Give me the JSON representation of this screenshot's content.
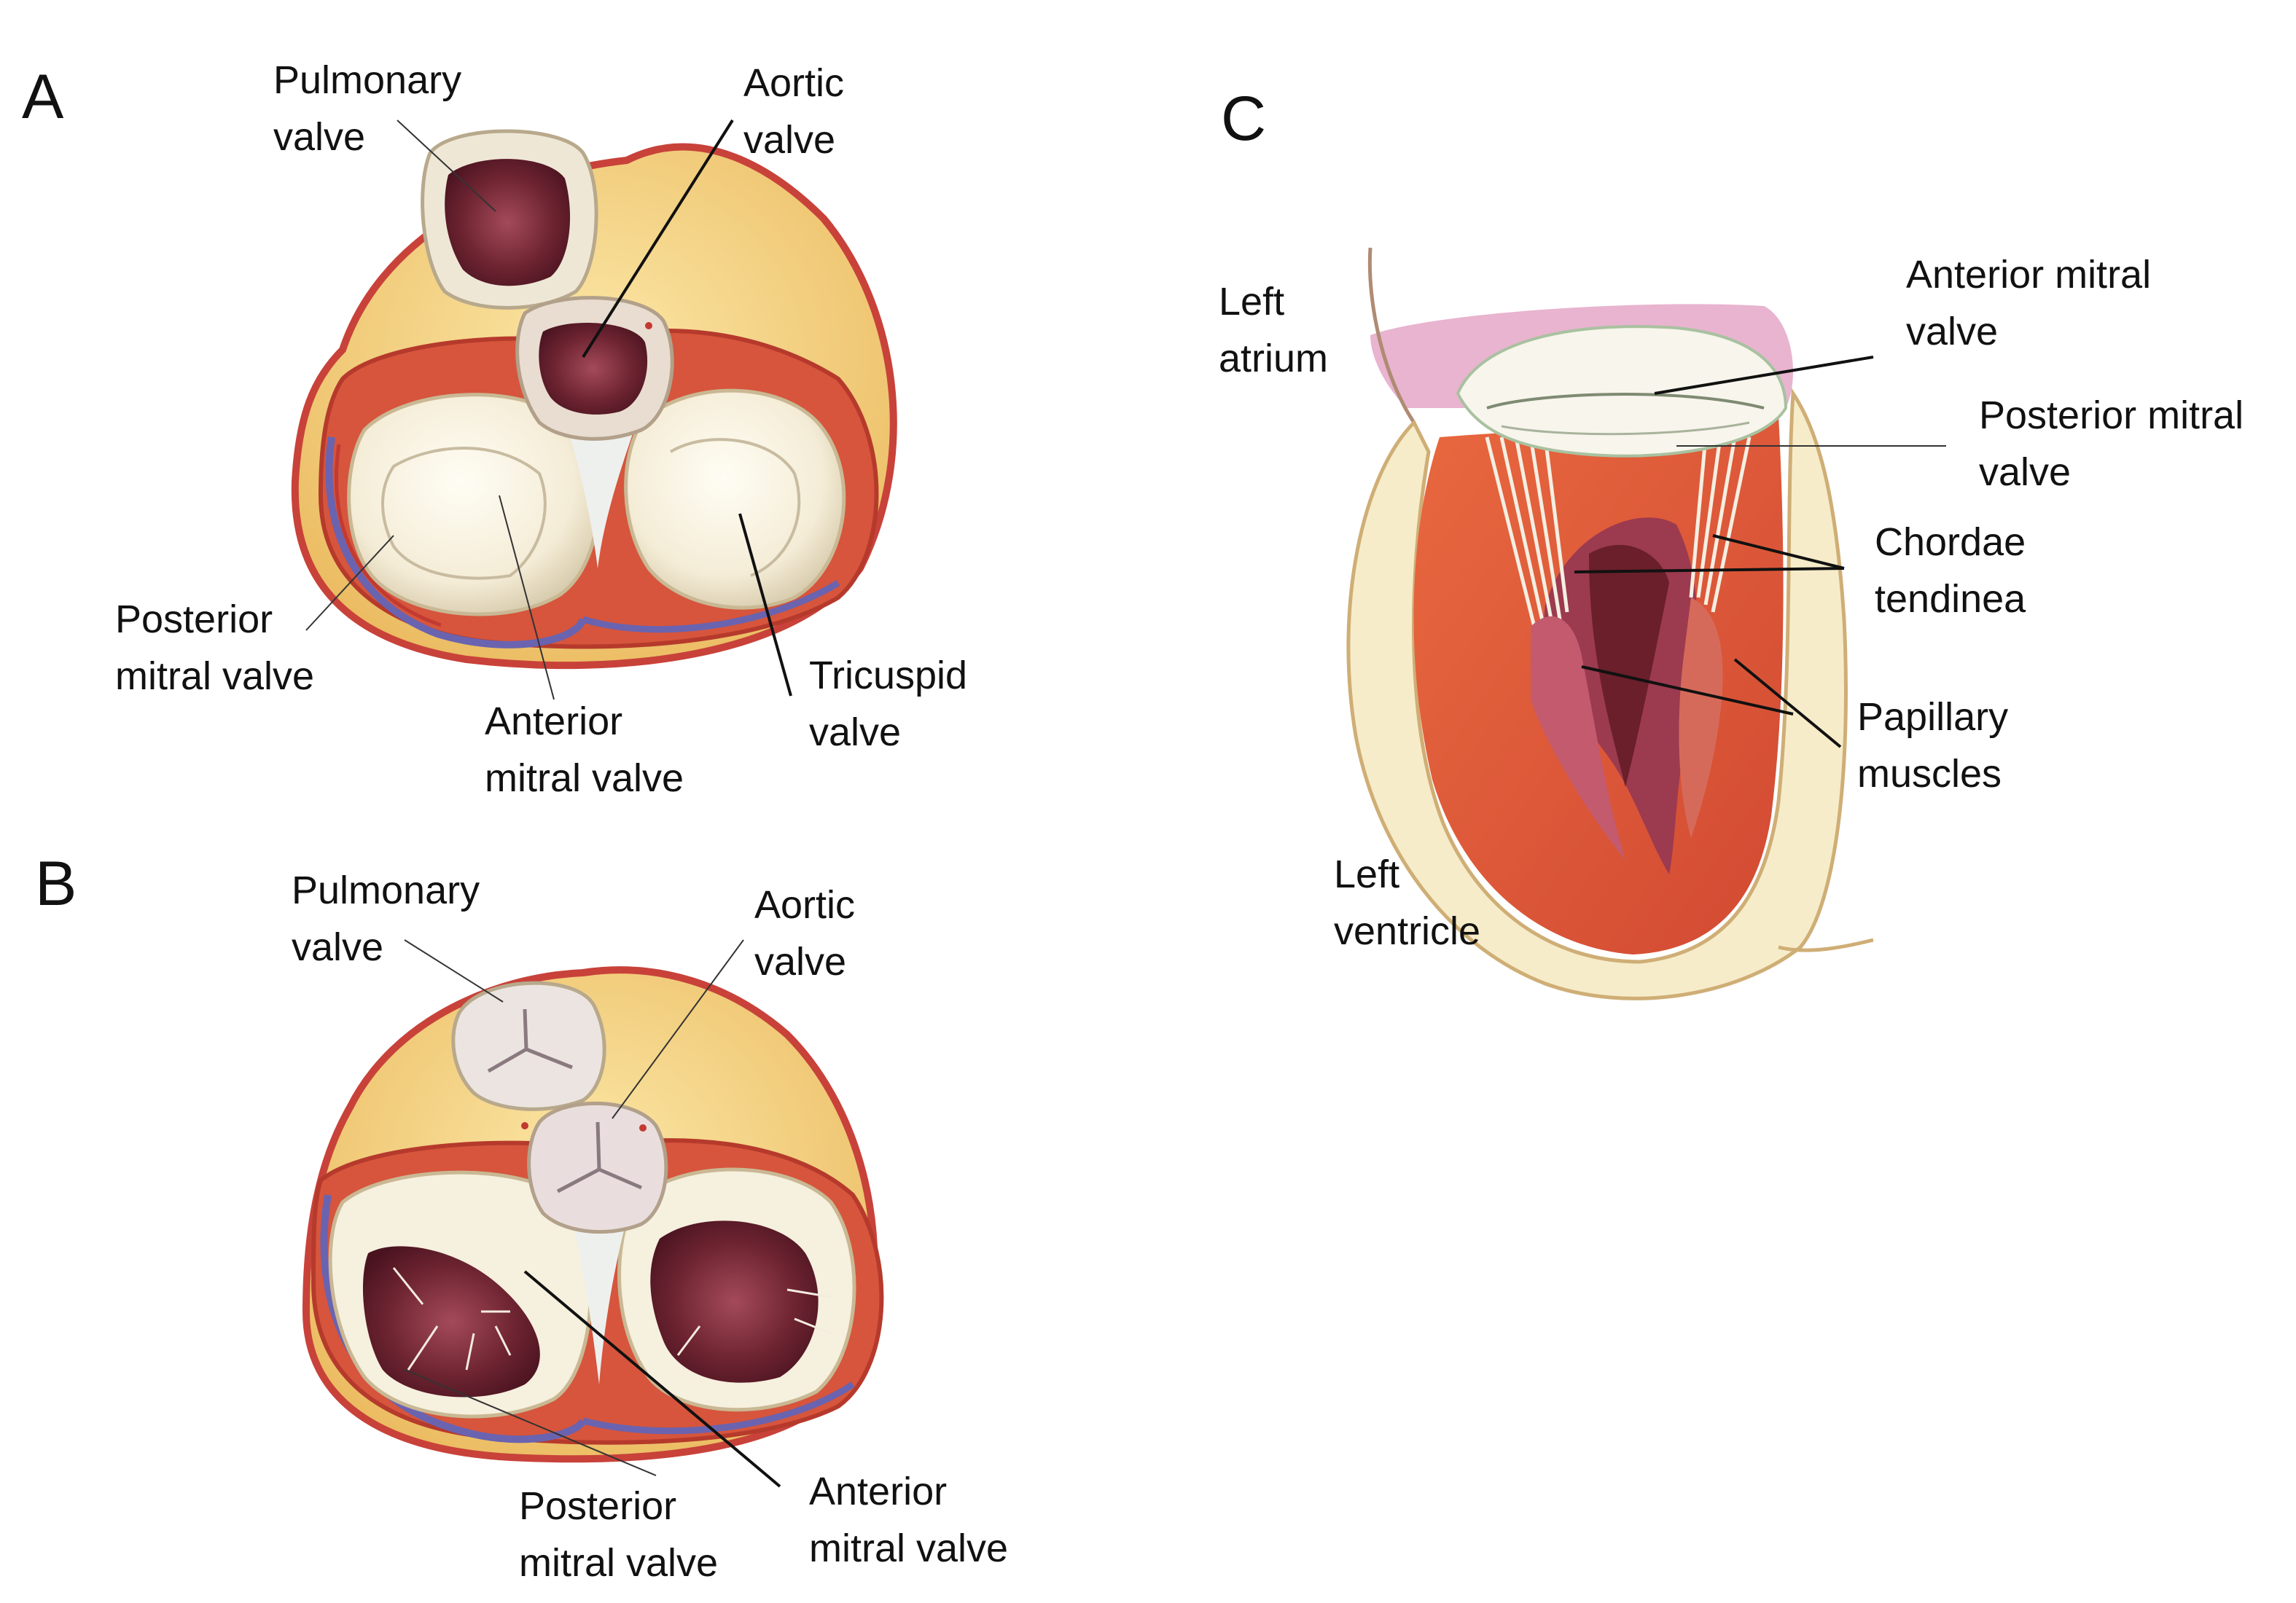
{
  "panels": {
    "a": {
      "letter": "A",
      "pulmonary": [
        "Pulmonary",
        "valve"
      ],
      "aortic": [
        "Aortic",
        "valve"
      ],
      "posterior": [
        "Posterior",
        "mitral valve"
      ],
      "anterior": [
        "Anterior",
        "mitral valve"
      ],
      "tricuspid": [
        "Tricuspid",
        "valve"
      ]
    },
    "b": {
      "letter": "B",
      "pulmonary": [
        "Pulmonary",
        "valve"
      ],
      "aortic": [
        "Aortic",
        "valve"
      ],
      "posterior": [
        "Posterior",
        "mitral valve"
      ],
      "anterior": [
        "Anterior",
        "mitral valve"
      ]
    },
    "c": {
      "letter": "C",
      "left_atrium": [
        "Left",
        "atrium"
      ],
      "anterior_mitral": [
        "Anterior mitral",
        "valve"
      ],
      "posterior_mitral": [
        "Posterior mitral",
        "valve"
      ],
      "chordae": [
        "Chordae",
        "tendinea"
      ],
      "papillary": [
        "Papillary",
        "muscles"
      ],
      "left_ventricle": [
        "Left",
        "ventricle"
      ]
    }
  },
  "colors": {
    "fat": "#f1cf7a",
    "muscle": "#d8643f",
    "muscle_dark": "#b8412f",
    "leaflet": "#f6f0de",
    "leaflet_shadow": "#d9cdb2",
    "vessel_blue": "#6a63b0",
    "vessel_red": "#c23a31",
    "cavity": "#6a1f2a",
    "ventricle_wall": "#e05a3c",
    "pink": "#e6a8c6"
  }
}
